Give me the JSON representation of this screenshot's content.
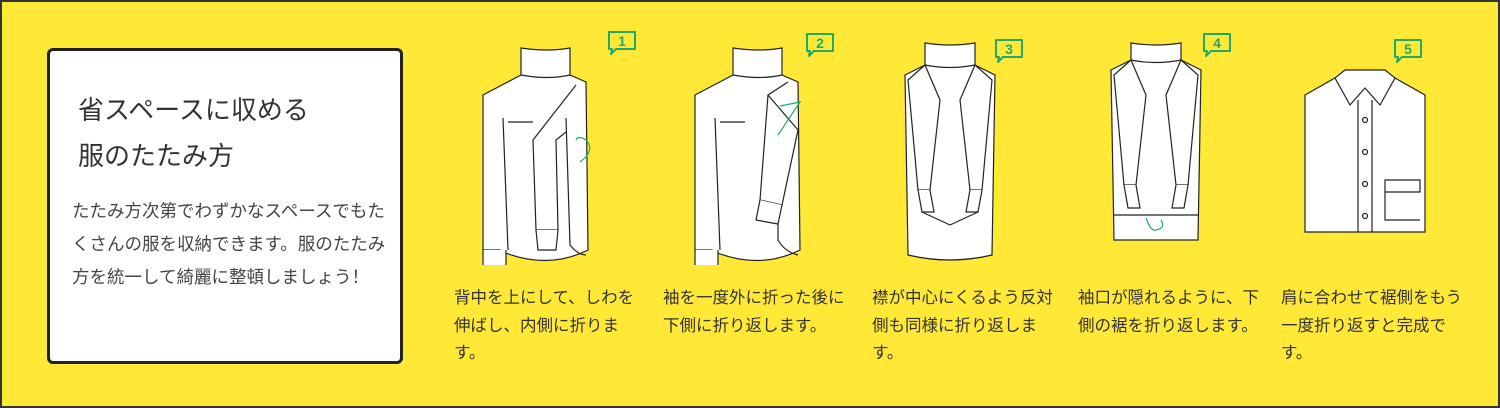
{
  "intro": {
    "title_line1": "省スペースに収める",
    "title_line2": "服のたたみ方",
    "body": "たたみ方次第でわずかなスペースでもたくさんの服を収納できます。服のたたみ方を統一して綺麗に整頓しましょう！"
  },
  "colors": {
    "background": "#ffe936",
    "accent": "#1faa6a"
  },
  "steps": [
    {
      "number": "1",
      "caption": "背中を上にして、しわを伸ばし、内側に折ります。"
    },
    {
      "number": "2",
      "caption": "袖を一度外に折った後に下側に折り返します。"
    },
    {
      "number": "3",
      "caption": "襟が中心にくるよう反対側も同様に折り返します。"
    },
    {
      "number": "4",
      "caption": "袖口が隠れるように、下側の裾を折り返します。"
    },
    {
      "number": "5",
      "caption": "肩に合わせて裾側をもう一度折り返すと完成です。"
    }
  ]
}
